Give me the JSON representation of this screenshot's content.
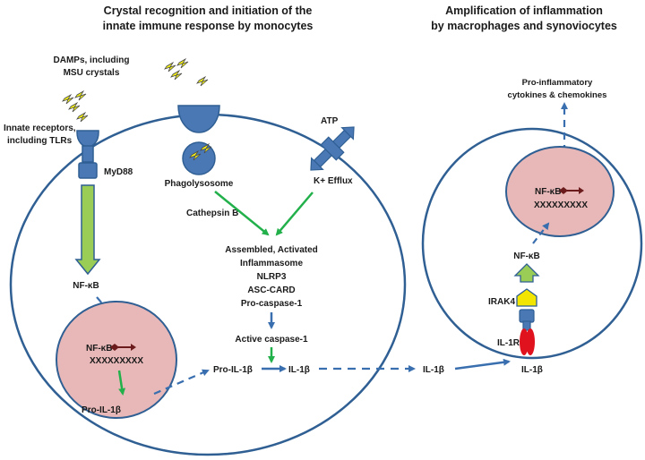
{
  "titles": {
    "left_line1": "Crystal recognition and initiation of the",
    "left_line2": "innate immune response by monocytes",
    "right_line1": "Amplification of inflammation",
    "right_line2": "by macrophages and synoviocytes"
  },
  "labels": {
    "damps_line1": "DAMPs, including",
    "damps_line2": "MSU crystals",
    "receptors_line1": "Innate receptors,",
    "receptors_line2": "including TLRs",
    "myd88": "MyD88",
    "phagolysosome": "Phagolysosome",
    "atp": "ATP",
    "k_efflux": "K+ Efflux",
    "cathepsin_b": "Cathepsin B",
    "inflammasome_line1": "Assembled, Activated",
    "inflammasome_line2": "Inflammasome",
    "inflammasome_line3": "NLRP3",
    "inflammasome_line4": "ASC-CARD",
    "inflammasome_line5": "Pro-caspase-1",
    "active_caspase": "Active caspase-1",
    "nfkb_left": "NF-κB",
    "nucleus_nfkb_left": "NF-κB",
    "nucleus_dna_left": "XXXXXXXXX",
    "pro_il1b_nucleus": "Pro-IL-1β",
    "pro_il1b": "Pro-IL-1β",
    "il1b_inside": "IL-1β",
    "il1b_outside": "IL-1β",
    "il1b_receptor": "IL-1β",
    "il1r": "IL-1R",
    "irak4": "IRAK4",
    "nfkb_right": "NF-κB",
    "nucleus_nfkb_right": "NF-κB",
    "nucleus_dna_right": "XXXXXXXXX",
    "cytokines_line1": "Pro-inflammatory",
    "cytokines_line2": "cytokines & chemokines"
  },
  "colors": {
    "membrane": "#2f5f93",
    "receptor_fill": "#4a78b5",
    "nucleus_fill": "#e8b8b8",
    "green_arrow": "#9acd55",
    "green_line": "#22b04b",
    "blue_arrow": "#3a6faf",
    "crystal": "#f2ef1a",
    "dark_red": "#6b1b1b",
    "irak4_fill": "#f2e600",
    "il1r_red": "#e0121e"
  }
}
